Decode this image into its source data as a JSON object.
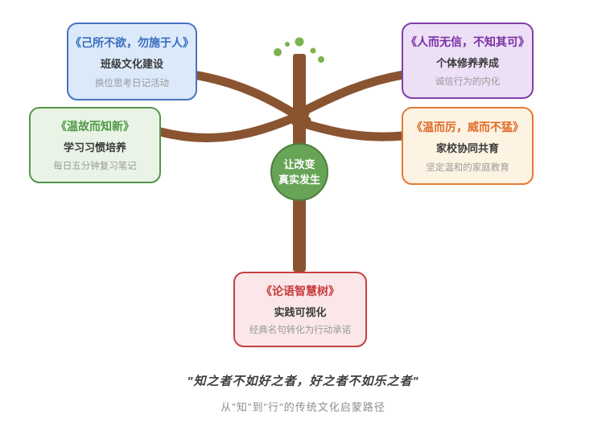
{
  "diagram": {
    "center_node": {
      "line1": "让改变",
      "line2": "真实发生"
    },
    "cards": [
      {
        "key": "classroom",
        "title": "《己所不欲，勿施于人》",
        "subtitle": "班级文化建设",
        "note": "换位思考日记活动"
      },
      {
        "key": "personal",
        "title": "《人而无信，不知其可》",
        "subtitle": "个体修养养成",
        "note": "诚信行为的内化"
      },
      {
        "key": "study",
        "title": "《温故而知新》",
        "subtitle": "学习习惯培养",
        "note": "每日五分钟复习笔记"
      },
      {
        "key": "family",
        "title": "《温而厉，威而不猛》",
        "subtitle": "家校协同共育",
        "note": "坚定温和的家庭教育"
      },
      {
        "key": "practice",
        "title": "《论语智慧树》",
        "subtitle": "实践可视化",
        "note": "经典名句转化为行动承诺"
      }
    ],
    "footer": {
      "quote": "\"知之者不如好之者，好之者不如乐之者\"",
      "caption": "从\"知\"到\"行\"的传统文化启蒙路径"
    },
    "colors": {
      "branch_brown": "#8a5431",
      "bud_green": "#7db24e",
      "center_fill": "#68a457",
      "center_stroke": "#4e7f3e",
      "blue_border": "#4873c4",
      "blue_fill": "#dbe9fa",
      "blue_title": "#3a6dbf",
      "purple_border": "#8040a8",
      "purple_fill": "#ecdff6",
      "purple_title": "#7b2fa3",
      "green_border": "#55944a",
      "green_fill": "#e9f4e6",
      "green_title": "#4f9a45",
      "orange_border": "#e37b33",
      "orange_fill": "#fdf3e2",
      "orange_title": "#e06b28",
      "pink_border": "#c64040",
      "pink_fill": "#fbe7e9",
      "pink_title": "#c83c3c"
    }
  }
}
